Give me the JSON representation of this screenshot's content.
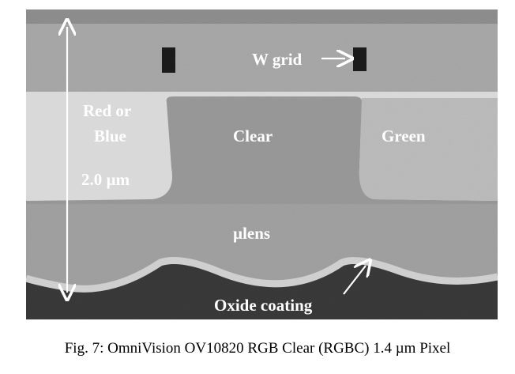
{
  "figure": {
    "labels": {
      "w_grid": "W grid",
      "red_or": "Red or",
      "blue": "Blue",
      "size": "2.0 µm",
      "clear": "Clear",
      "green": "Green",
      "ulens": "µlens",
      "oxide": "Oxide coating"
    },
    "colors": {
      "top_band": "#a9a9a9",
      "top_strip": "#8c8c8c",
      "light_layer": "#d9d9d9",
      "clear_filter": "#9a9a9a",
      "green_filter": "#bdbdbd",
      "lens_body": "#a2a2a2",
      "oxide_coating": "#cfcfcf",
      "substrate": "#3a3a3a",
      "w_grid": "#1b1b1b",
      "text": "#ffffff"
    }
  },
  "caption": "Fig. 7: OmniVision OV10820 RGB Clear (RGBC) 1.4 µm Pixel"
}
